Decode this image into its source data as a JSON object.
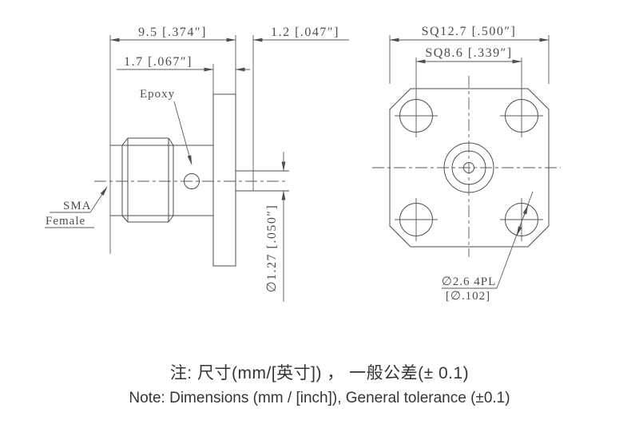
{
  "side_view": {
    "dim_overall": "9.5 [.374″]",
    "dim_pin_protrusion": "1.2 [.047″]",
    "dim_flange_thickness": "1.7 [.067″]",
    "dim_pin_diameter": "∅1.27 [.050″]",
    "label_epoxy": "Epoxy",
    "label_sma": "SMA",
    "label_female": "Female"
  },
  "front_view": {
    "dim_square": "SQ12.7 [.500″]",
    "dim_hole_spacing": "SQ8.6 [.339″]",
    "dim_hole_diameter": "∅2.6 4PL",
    "dim_hole_diameter_inch": "[∅.102]"
  },
  "notes": {
    "chinese": "注: 尺寸(mm/[英寸]) ， 一般公差(± 0.1)",
    "english": "Note: Dimensions (mm / [inch]), General tolerance (±0.1)"
  },
  "colors": {
    "line": "#4d4d4d",
    "note_text": "#353535",
    "background": "#ffffff"
  }
}
